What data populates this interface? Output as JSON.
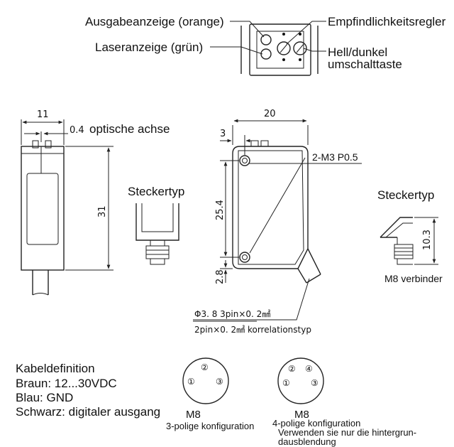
{
  "top_labels": {
    "output_indicator": "Ausgabeanzeige (orange)",
    "laser_indicator": "Laseranzeige (grün)",
    "sensitivity": "Empfindlichkeitsregler",
    "light_dark_1": "Hell/dunkel",
    "light_dark_2": "umschalttaste"
  },
  "side_view": {
    "width_dim": "11",
    "offset_dim": "0.4",
    "axis_label": "optische achse",
    "height_dim": "31"
  },
  "plug_type_label": "Steckertyp",
  "front_view": {
    "width_dim": "20",
    "hole_offset_dim": "3",
    "hole_spacing_dim": "25.4",
    "bottom_dim": "2.8",
    "screw_label": "2-M3 P0.5",
    "cable_spec_1": "Φ3. 8  3pin×0. 2㎟",
    "cable_spec_2": "2pin×0. 2㎟ korrelationstyp"
  },
  "right_view": {
    "plug_label": "Steckertyp",
    "dim": "10.3",
    "connector_label": "M8 verbinder"
  },
  "cable_definition": {
    "title": "Kabeldefinition",
    "lines": [
      "Braun: 12...30VDC",
      "Blau: GND",
      "Schwarz: digitaler ausgang"
    ]
  },
  "connector_3pin": {
    "name": "M8",
    "caption": "3-polige konfiguration",
    "pins": [
      "①",
      "②",
      "③"
    ]
  },
  "connector_4pin": {
    "name": "M8",
    "caption": "4-polige konfiguration",
    "note_1": "Verwenden sie nur die hintergrun-",
    "note_2": "dausblendung",
    "pins": [
      "①",
      "②",
      "③",
      "④"
    ]
  }
}
